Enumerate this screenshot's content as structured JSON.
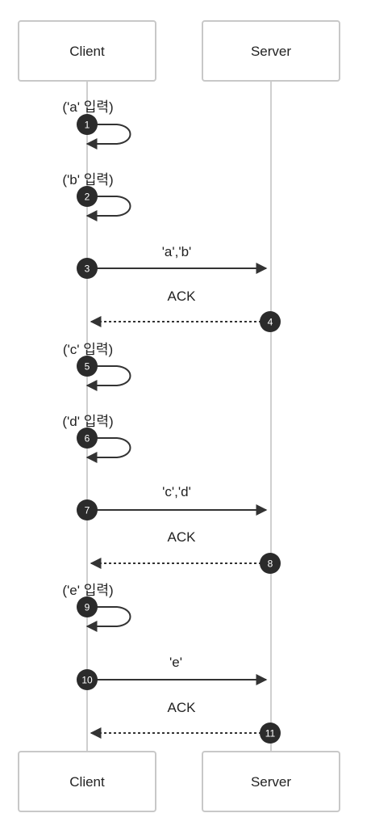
{
  "actors": [
    {
      "id": "client",
      "label": "Client"
    },
    {
      "id": "server",
      "label": "Server"
    }
  ],
  "messages": [
    {
      "num": "1",
      "label": "('a' 입력)",
      "from": "client",
      "to": "client",
      "style": "solid"
    },
    {
      "num": "2",
      "label": "('b' 입력)",
      "from": "client",
      "to": "client",
      "style": "solid"
    },
    {
      "num": "3",
      "label": "'a','b'",
      "from": "client",
      "to": "server",
      "style": "solid"
    },
    {
      "num": "4",
      "label": "ACK",
      "from": "server",
      "to": "client",
      "style": "dashed"
    },
    {
      "num": "5",
      "label": "('c' 입력)",
      "from": "client",
      "to": "client",
      "style": "solid"
    },
    {
      "num": "6",
      "label": "('d' 입력)",
      "from": "client",
      "to": "client",
      "style": "solid"
    },
    {
      "num": "7",
      "label": "'c','d'",
      "from": "client",
      "to": "server",
      "style": "solid"
    },
    {
      "num": "8",
      "label": "ACK",
      "from": "server",
      "to": "client",
      "style": "dashed"
    },
    {
      "num": "9",
      "label": "('e' 입력)",
      "from": "client",
      "to": "client",
      "style": "solid"
    },
    {
      "num": "10",
      "label": "'e'",
      "from": "client",
      "to": "server",
      "style": "solid"
    },
    {
      "num": "11",
      "label": "ACK",
      "from": "server",
      "to": "client",
      "style": "dashed"
    }
  ],
  "colors": {
    "line": "#333333",
    "lifeline": "#cfcfcf",
    "box_border": "#c8c8c8",
    "step_fill": "#2b2b2b"
  }
}
